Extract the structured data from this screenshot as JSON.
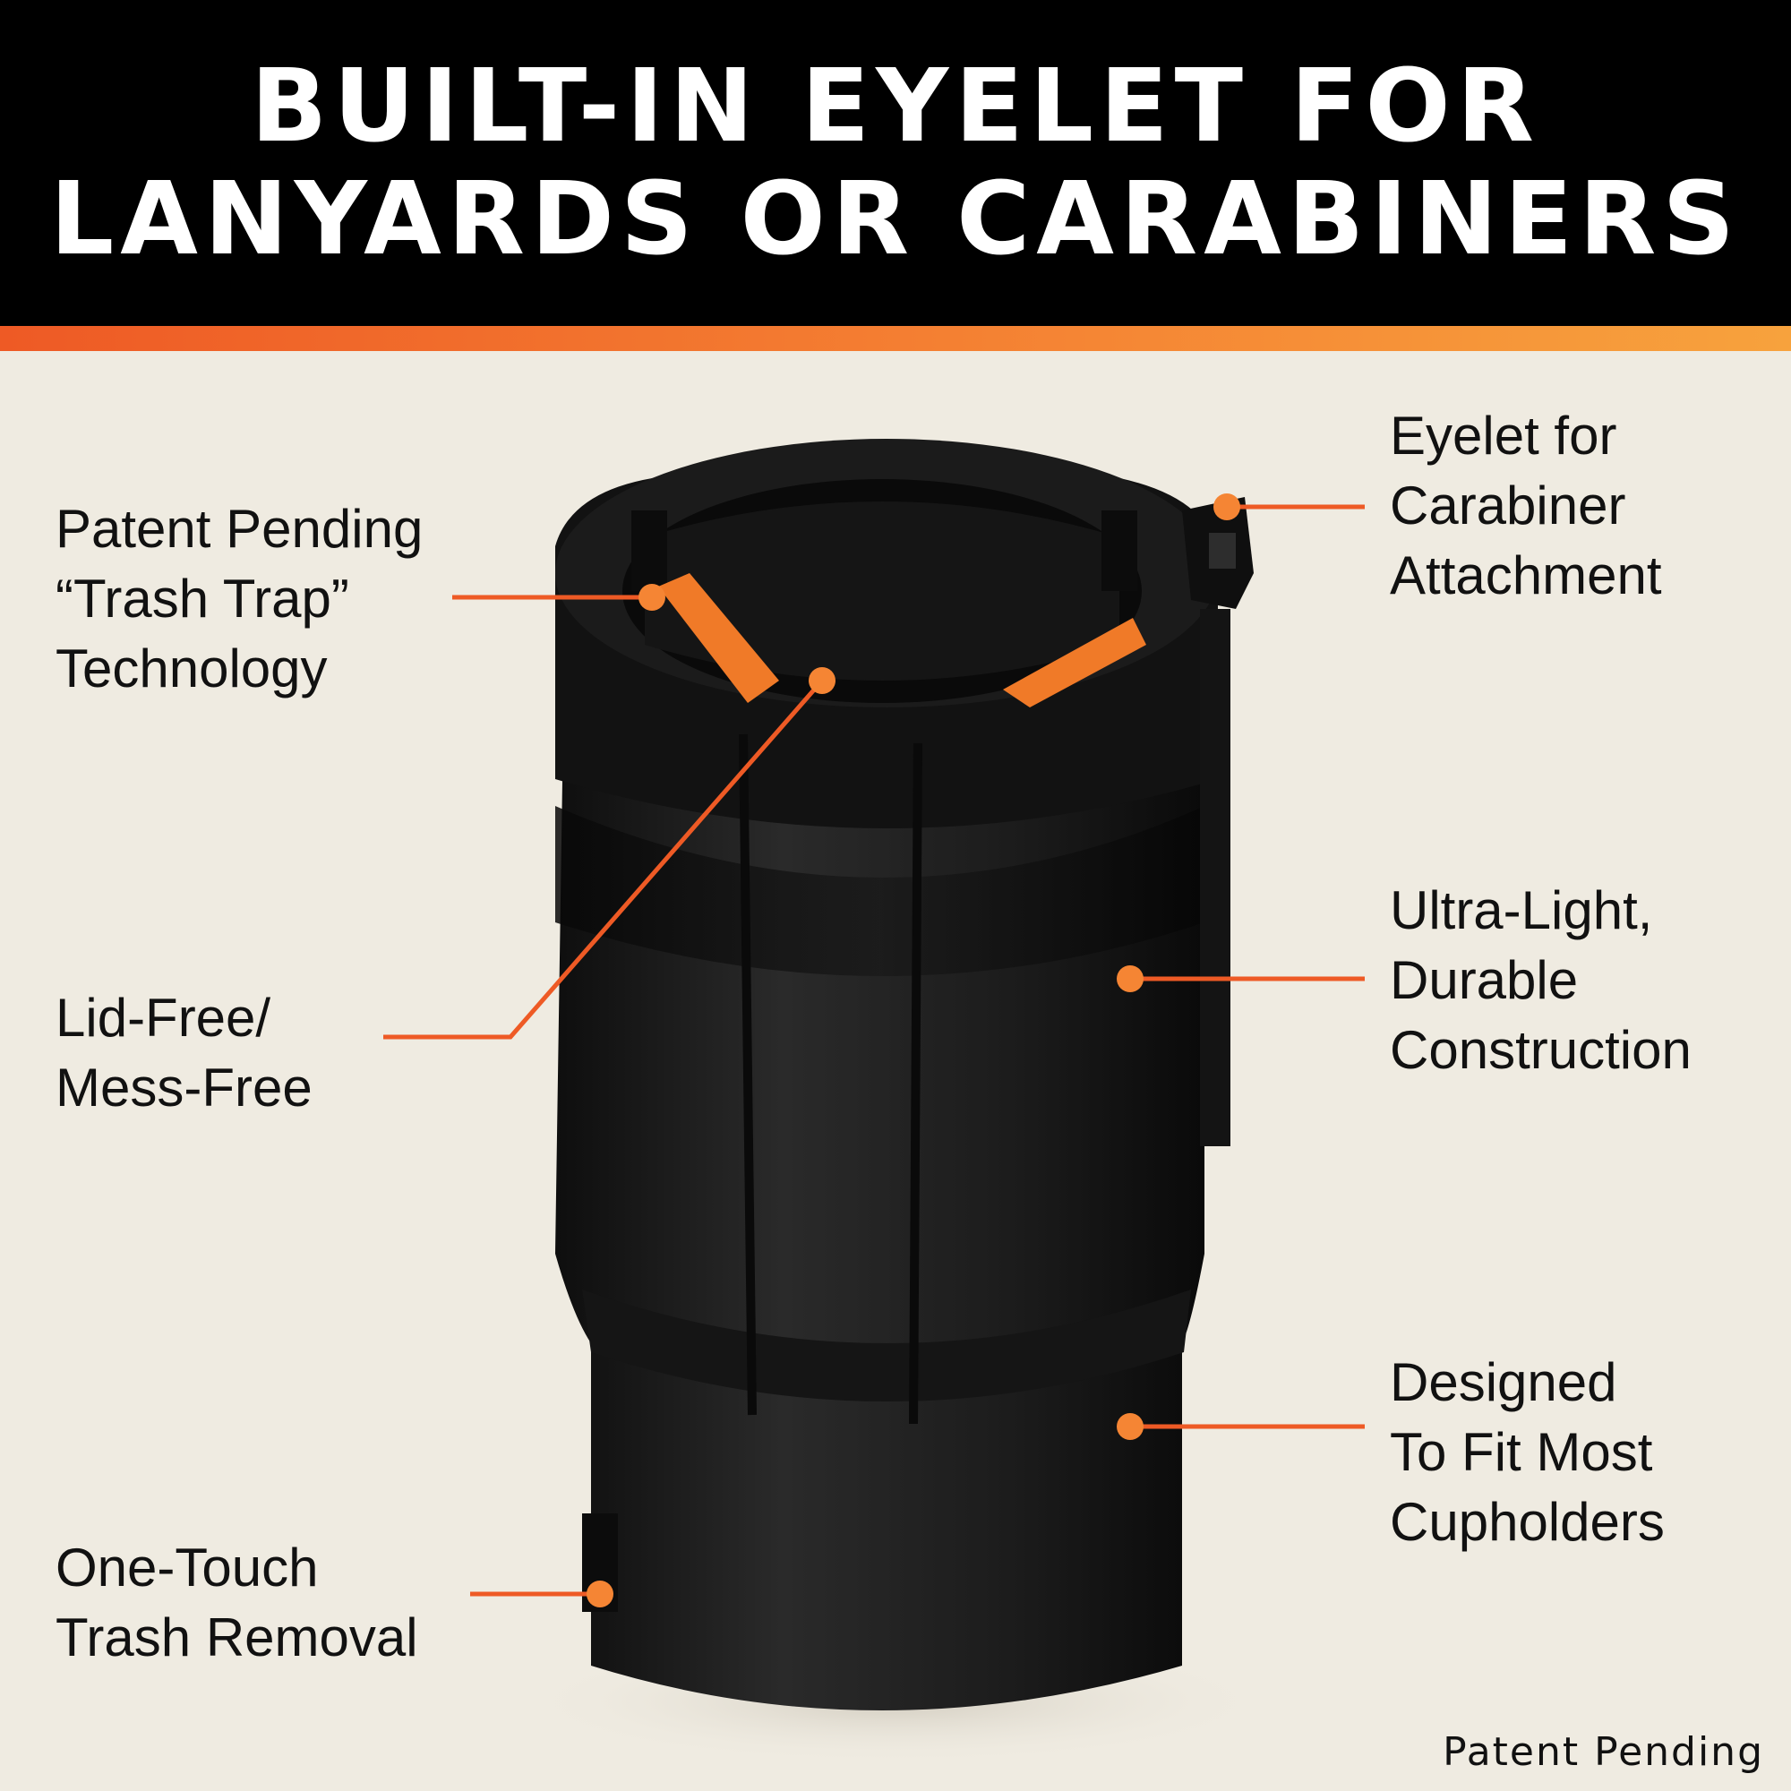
{
  "header": {
    "line1": "BUILT-IN EYELET FOR",
    "line2": "LANYARDS OR CARABINERS"
  },
  "colors": {
    "header_bg": "#000000",
    "accent_start": "#ee5a25",
    "accent_end": "#f7a23d",
    "background": "#efebe1",
    "callout_dot": "#f58534",
    "callout_line": "#ee5a25",
    "product": "#1a1a1a",
    "trash_trap": "#f07a28"
  },
  "callouts": {
    "trash_trap": [
      "Patent Pending",
      "“Trash Trap”",
      "Technology"
    ],
    "lid_free": [
      "Lid-Free/",
      "Mess-Free"
    ],
    "one_touch": [
      "One-Touch",
      "Trash Removal"
    ],
    "eyelet": [
      "Eyelet for",
      "Carabiner",
      "Attachment"
    ],
    "ultra_light": [
      "Ultra-Light,",
      "Durable",
      "Construction"
    ],
    "cupholders": [
      "Designed",
      "To Fit Most",
      "Cupholders"
    ]
  },
  "footnote": "Patent Pending",
  "product_icon": "cup-holder-trash-can"
}
